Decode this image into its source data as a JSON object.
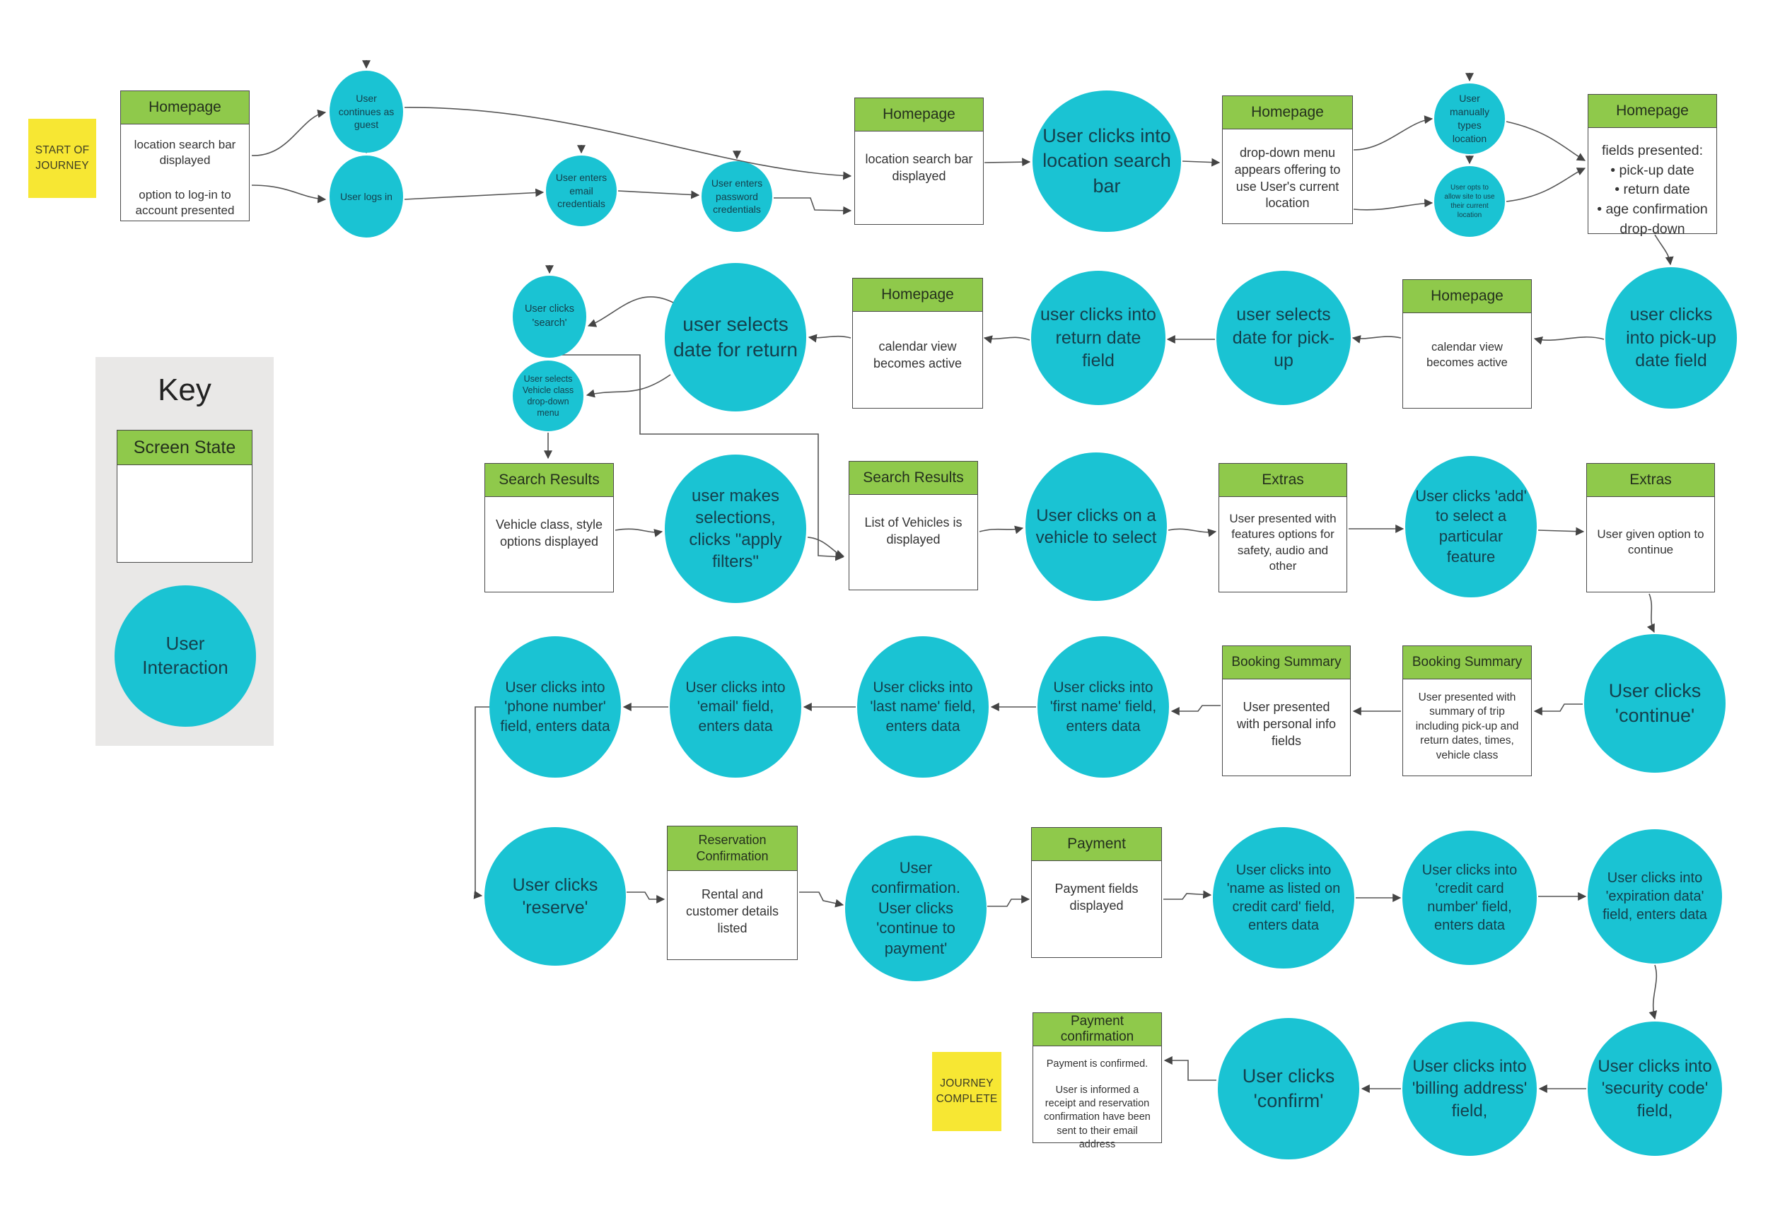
{
  "title": "Car rental user journey map",
  "colors": {
    "screen_state_green": "#8fc94b",
    "interaction_cyan": "#1ac3d3",
    "note_yellow": "#f7e733",
    "key_panel_gray": "#e9e8e7",
    "connector_gray": "#4a4a4a"
  },
  "notes": {
    "start": "START OF JOURNEY",
    "complete": "JOURNEY COMPLETE"
  },
  "key": {
    "title": "Key",
    "screen_state_label": "Screen State",
    "user_interaction_label": "User Interaction"
  },
  "boxes": [
    {
      "title": "Homepage",
      "body": [
        "location search bar displayed",
        "option to log-in to account presented"
      ]
    },
    {
      "title": "Homepage",
      "body": [
        "location search bar displayed"
      ]
    },
    {
      "title": "Homepage",
      "body": [
        "drop-down menu appears offering to use User's  current location"
      ]
    },
    {
      "title": "Homepage",
      "body": [
        "fields presented:",
        "• pick-up date",
        "• return date",
        "• age confirmation",
        "drop-down"
      ]
    },
    {
      "title": "Homepage",
      "body": [
        "calendar view becomes active"
      ]
    },
    {
      "title": "Homepage",
      "body": [
        "calendar view becomes active"
      ]
    },
    {
      "title": "Search Results",
      "body": [
        "Vehicle class, style options displayed"
      ]
    },
    {
      "title": "Search Results",
      "body": [
        "List of Vehicles is displayed"
      ]
    },
    {
      "title": "Extras",
      "body": [
        "User presented with features options for safety, audio and other"
      ]
    },
    {
      "title": "Extras",
      "body": [
        "User given option to continue"
      ]
    },
    {
      "title": "Booking Summary",
      "body": [
        "User presented with personal info fields"
      ]
    },
    {
      "title": "Booking Summary",
      "body": [
        "User presented with summary of trip including pick-up and return dates, times, vehicle class"
      ]
    },
    {
      "title": "Reservation Confirmation",
      "body": [
        "Rental and customer details listed"
      ]
    },
    {
      "title": "Payment",
      "body": [
        "Payment fields displayed"
      ]
    },
    {
      "title": "Payment confirmation",
      "body": [
        "Payment is confirmed.",
        "User is informed a receipt and reservation confirmation have been sent to their email address"
      ]
    }
  ],
  "circles": [
    {
      "label": "User continues as guest"
    },
    {
      "label": "User logs in"
    },
    {
      "label": "User enters email credentials"
    },
    {
      "label": "User enters password credentials"
    },
    {
      "label": "User clicks into location search bar"
    },
    {
      "label": "User manually types location"
    },
    {
      "label": "User opts to allow site to use their current location"
    },
    {
      "label": "user clicks into pick-up date field"
    },
    {
      "label": "user selects date for pick-up"
    },
    {
      "label": "user clicks into return date field"
    },
    {
      "label": "user selects date for return"
    },
    {
      "label": "User clicks 'search'"
    },
    {
      "label": "User selects Vehicle class drop-down menu"
    },
    {
      "label": "user makes selections, clicks \"apply filters\""
    },
    {
      "label": "User clicks on a vehicle to select"
    },
    {
      "label": "User clicks 'add' to select a particular feature"
    },
    {
      "label": "User clicks 'continue'"
    },
    {
      "label": "User clicks into 'first name' field, enters data"
    },
    {
      "label": "User clicks into 'last name' field, enters data"
    },
    {
      "label": "User clicks into 'email' field, enters data"
    },
    {
      "label": "User clicks into 'phone number' field, enters data"
    },
    {
      "label": "User clicks 'reserve'"
    },
    {
      "label": "User confirmation. User clicks 'continue to payment'"
    },
    {
      "label": "User clicks into 'name as listed on credit card' field, enters data"
    },
    {
      "label": "User clicks into 'credit card number' field, enters data"
    },
    {
      "label": "User clicks into 'expiration data' field, enters data"
    },
    {
      "label": "User clicks into 'security code' field,"
    },
    {
      "label": "User clicks into 'billing address' field,"
    },
    {
      "label": "User clicks 'confirm'"
    }
  ]
}
